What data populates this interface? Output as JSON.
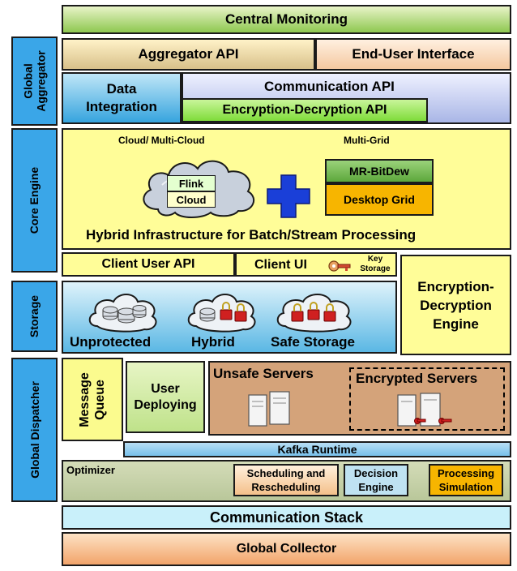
{
  "side_labels": {
    "global_aggregator": "Global Aggregator",
    "core_engine": "Core Engine",
    "storage": "Storage",
    "global_dispatcher": "Global Dispatcher"
  },
  "top": {
    "central_monitoring": "Central Monitoring"
  },
  "aggregator": {
    "aggregator_api": "Aggregator API",
    "end_user_interface": "End-User Interface",
    "data_integration": "Data Integration",
    "communication_api": "Communication API",
    "encryption_decryption_api": "Encryption-Decryption API"
  },
  "core": {
    "cloud_title": "Cloud/ Multi-Cloud",
    "grid_title": "Multi-Grid",
    "flink": "Flink",
    "cloud": "Cloud",
    "mr_bitdew": "MR-BitDew",
    "desktop_grid": "Desktop Grid",
    "hybrid_infra": "Hybrid Infrastructure for Batch/Stream Processing"
  },
  "client": {
    "client_user_api": "Client User API",
    "client_ui": "Client UI",
    "key_storage": "Key Storage"
  },
  "encryption_engine": "Encryption-Decryption Engine",
  "storage": {
    "unprotected": "Unprotected",
    "hybrid": "Hybrid",
    "safe_storage": "Safe Storage"
  },
  "dispatcher": {
    "message_queue": "Message Queue",
    "user_deploying": "User Deploying",
    "unsafe_servers": "Unsafe Servers",
    "encrypted_servers": "Encrypted Servers",
    "kafka_runtime": "Kafka Runtime",
    "optimizer": "Optimizer",
    "scheduling": "Scheduling and Rescheduling",
    "decision_engine": "Decision Engine",
    "processing_simulation": "Processing Simulation"
  },
  "bottom": {
    "communication_stack": "Communication Stack",
    "global_collector": "Global Collector"
  },
  "colors": {
    "side_blue": "#3aa6e8",
    "yellow": "#fffd98",
    "cross_blue": "#1a3fd8",
    "desktop_grid_orange": "#f7b500",
    "mr_bitdew_green": "#6fb44a",
    "server_area": "#d4a37a",
    "lock_red": "#d02020"
  }
}
